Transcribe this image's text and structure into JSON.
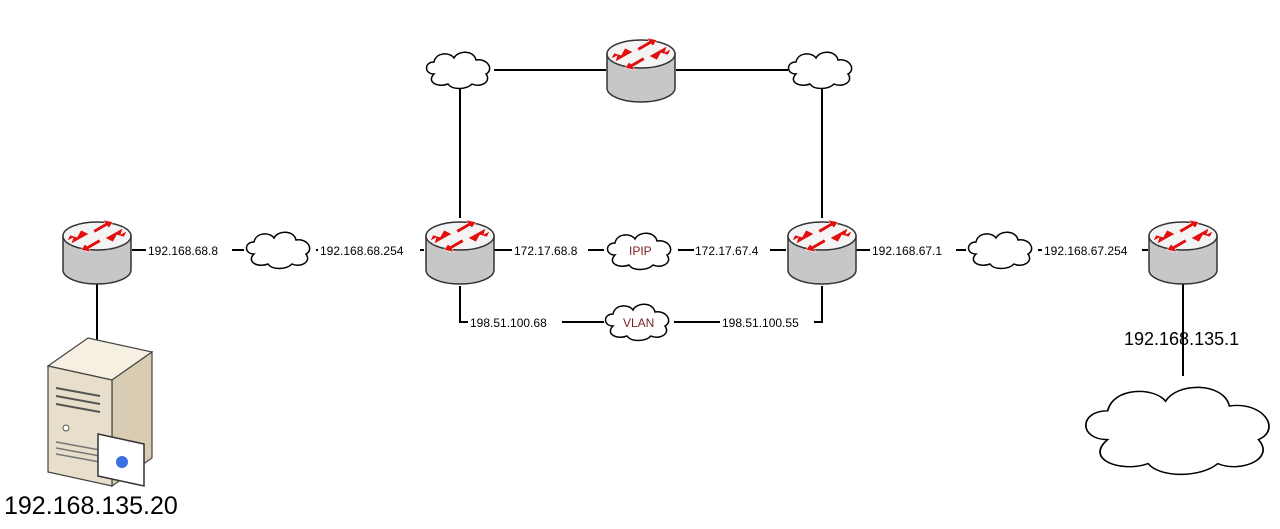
{
  "colors": {
    "arrow_red": "#e01010",
    "router_gray": "#c7c7c7",
    "router_top": "#f4f4f4",
    "server_beige": "#e7dfcb",
    "net_label": "#7a1f1f",
    "screen_dot": "#3a6fe0"
  },
  "icons": {
    "router": "router-icon",
    "cloud": "cloud-icon",
    "server": "server-icon"
  },
  "links": {
    "r1_ip": "192.168.68.8",
    "r2_left_ip": "192.168.68.254",
    "r2_tunnel_ip": "172.17.68.8",
    "tunnel_name": "IPIP",
    "r3_tunnel_ip": "172.17.67.4",
    "r3_right_ip": "192.168.67.1",
    "r4_ip": "192.168.67.254",
    "r2_vlan_ip": "198.51.100.68",
    "vlan_name": "VLAN",
    "r3_vlan_ip": "198.51.100.55"
  },
  "hosts": {
    "server_ip": "192.168.135.20",
    "remote_lan_ip": "192.168.135.1"
  }
}
